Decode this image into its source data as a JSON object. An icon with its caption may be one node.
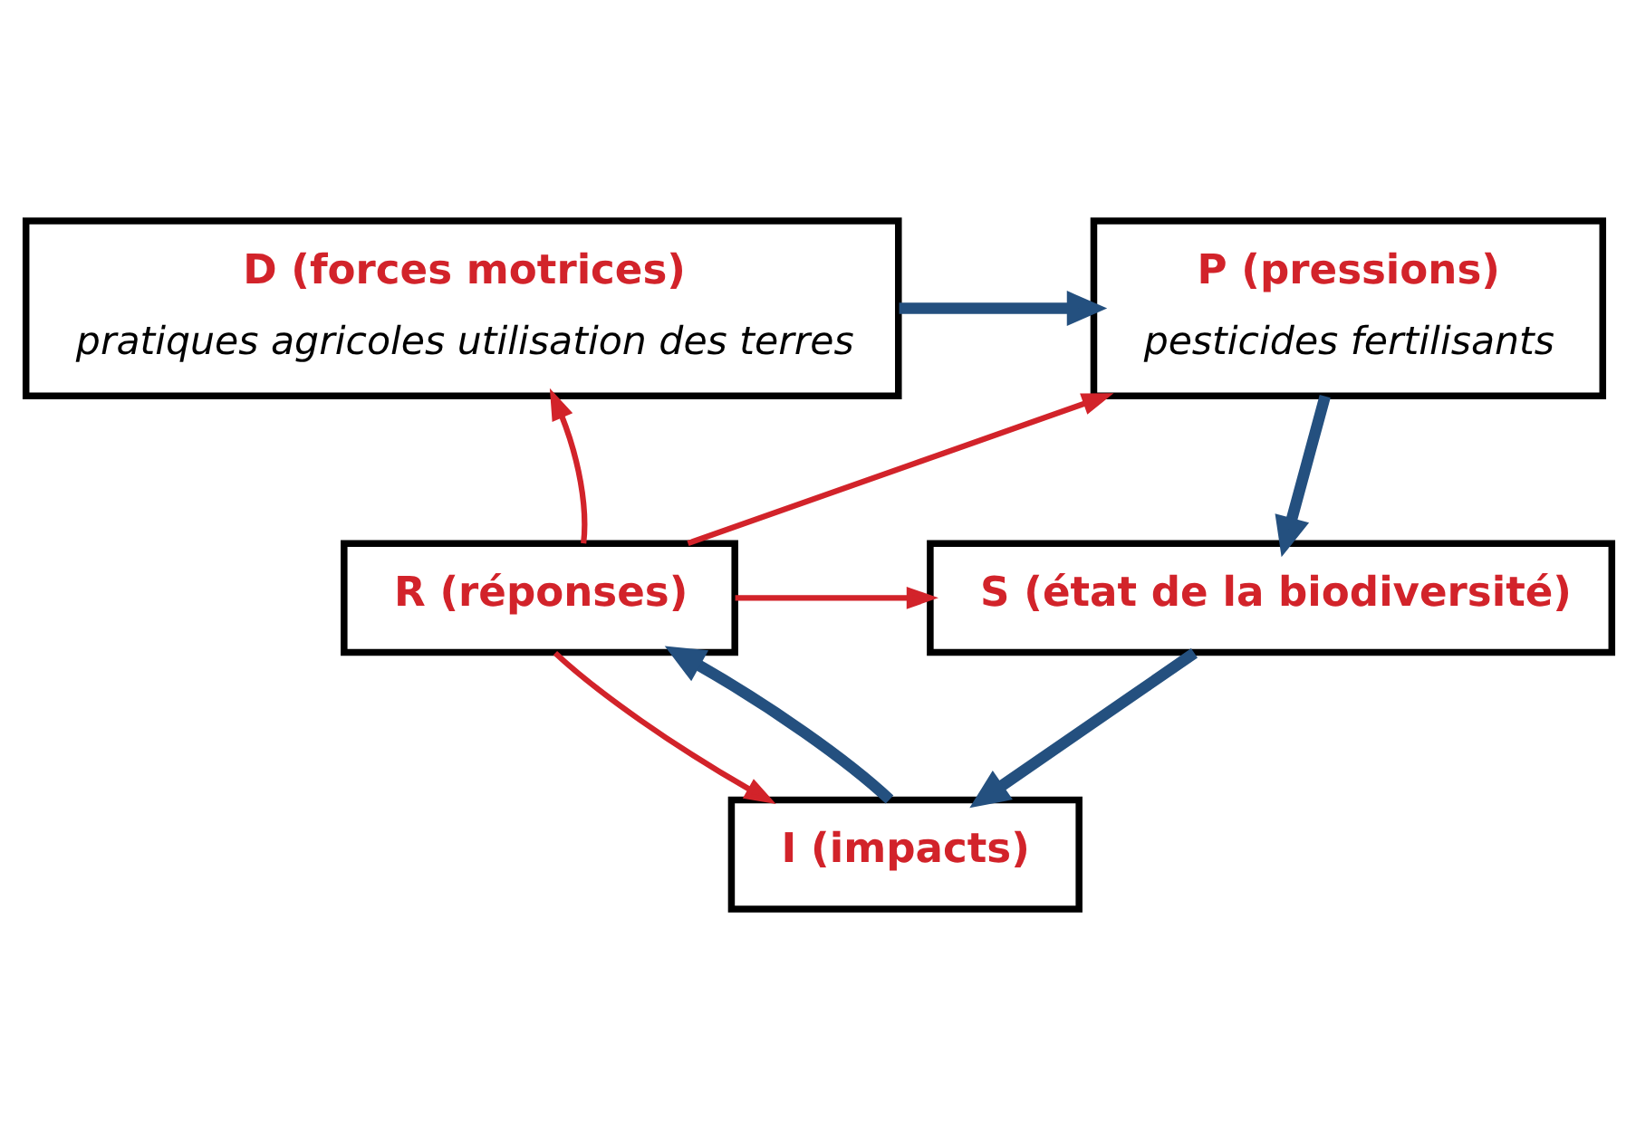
{
  "diagram": {
    "nodes": [
      {
        "text": [
          "D (forces motrices)",
          "pratiques agricoles utilisation des terres"
        ]
      },
      {
        "text": [
          "P (pressions)",
          "pesticides fertilisants"
        ]
      },
      {
        "text": [
          "R (réponses)"
        ]
      },
      {
        "text": [
          "S (état de la biodiversité)"
        ]
      },
      {
        "text": [
          "I (impacts)"
        ]
      }
    ],
    "edges": [
      {
        "from": 0,
        "to": 1,
        "arrow": "to",
        "style": "thick",
        "color": "#24507f"
      },
      {
        "from": 1,
        "to": 3,
        "arrow": "to",
        "style": "thick",
        "color": "#24507f"
      },
      {
        "from": 2,
        "to": 0,
        "arrow": "to",
        "color": "#d2232a"
      },
      {
        "from": 2,
        "to": 1,
        "arrow": "to",
        "color": "#d2232a"
      },
      {
        "from": 2,
        "to": 3,
        "arrow": "to",
        "color": "#d2232a"
      },
      {
        "from": 3,
        "to": 4,
        "arrow": "to",
        "style": "thick",
        "color": "#24507f"
      },
      {
        "from": 2,
        "to": 4,
        "arrow": "to",
        "color": "#d2232a"
      },
      {
        "from": 4,
        "to": 2,
        "arrow": "to",
        "style": "thick",
        "color": "#24507f"
      }
    ]
  }
}
